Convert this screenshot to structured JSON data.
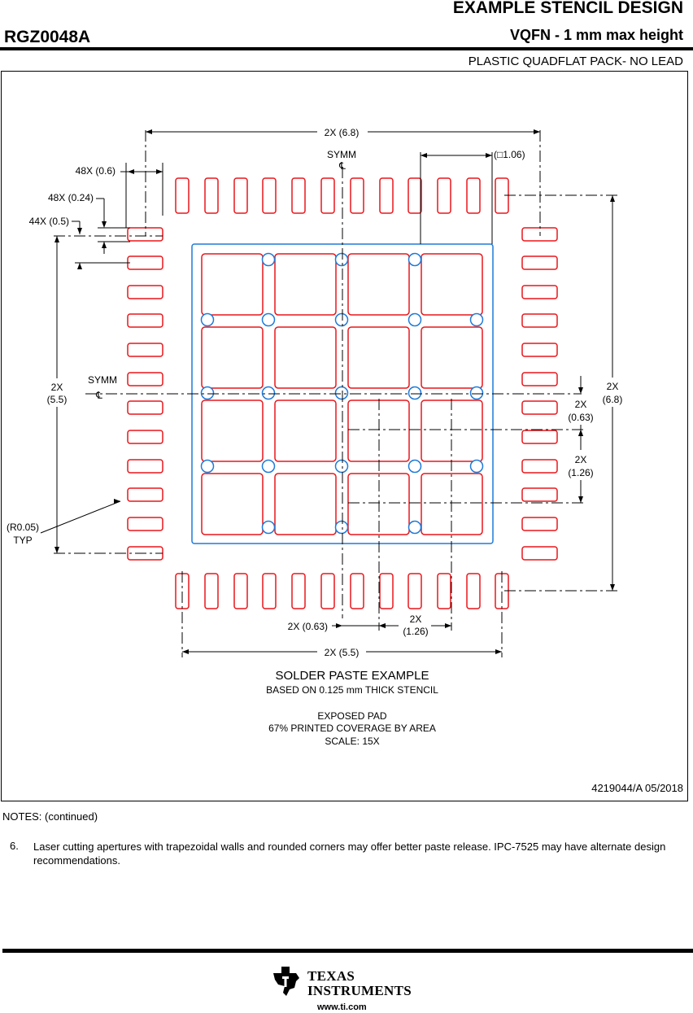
{
  "header": {
    "title": "EXAMPLE STENCIL DESIGN",
    "package_code": "RGZ0048A",
    "package_name": "VQFN - 1 mm max height",
    "package_desc": "PLASTIC QUADFLAT PACK- NO LEAD"
  },
  "colors": {
    "pad": "#e8161b",
    "outline": "#1f7bd8",
    "line": "#000000"
  },
  "drawing": {
    "dimensions": {
      "overall_width": "2X (6.8)",
      "window_size": "(□1.06)",
      "pad_length": "48X (0.6)",
      "pad_width": "48X (0.24)",
      "pitch": "44X (0.5)",
      "overall_height_a": "2X",
      "overall_height_b": "(6.8)",
      "span_left_a": "2X",
      "span_left_b": "(5.5)",
      "offset_right_a": "2X",
      "offset_right_b": "(0.63)",
      "spacing_right_a": "2X",
      "spacing_right_b": "(1.26)",
      "offset_bottom": "2X (0.63)",
      "spacing_bottom_a": "2X",
      "spacing_bottom_b": "(1.26)",
      "span_bottom": "2X (5.5)",
      "radius_a": "(R0.05)",
      "radius_b": "TYP"
    },
    "symm_label": "SYMM",
    "centerline_symbol": "℄",
    "caption_title": "SOLDER PASTE EXAMPLE",
    "caption_sub": "BASED ON 0.125 mm THICK STENCIL",
    "exposed_label": "EXPOSED PAD",
    "coverage": "67% PRINTED COVERAGE BY AREA",
    "scale": "SCALE: 15X"
  },
  "reference": "4219044/A   05/2018",
  "notes": {
    "heading": "NOTES: (continued)",
    "items": [
      {
        "num": "6.",
        "text": "Laser cutting apertures with trapezoidal walls and rounded corners may offer better paste release. IPC-7525 may have alternate design recommendations."
      }
    ]
  },
  "footer": {
    "brand_line1": "Texas",
    "brand_line2": "Instruments",
    "url": "www.ti.com"
  }
}
